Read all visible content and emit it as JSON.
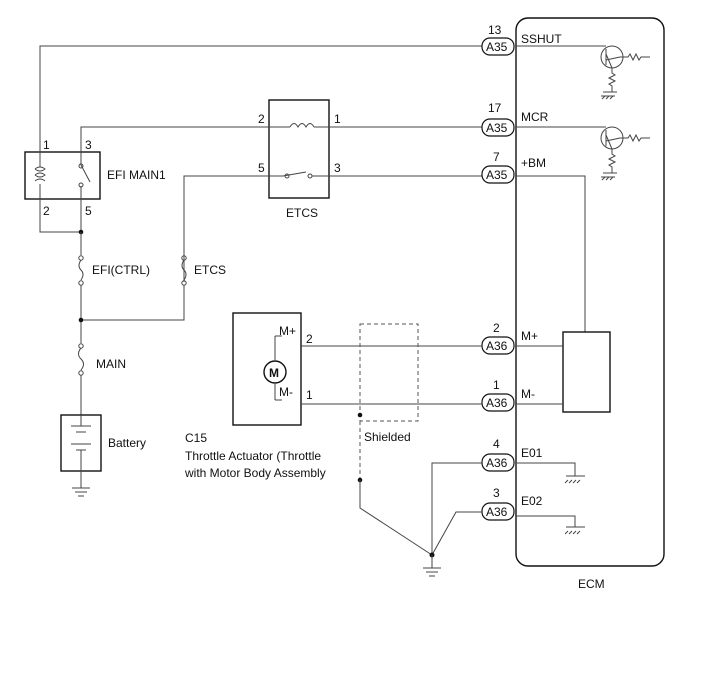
{
  "ecm": {
    "label": "ECM",
    "pins": [
      {
        "num": "13",
        "conn": "A35",
        "name": "SSHUT"
      },
      {
        "num": "17",
        "conn": "A35",
        "name": "MCR"
      },
      {
        "num": "7",
        "conn": "A35",
        "name": "+BM"
      },
      {
        "num": "2",
        "conn": "A36",
        "name": "M+"
      },
      {
        "num": "1",
        "conn": "A36",
        "name": "M-"
      },
      {
        "num": "4",
        "conn": "A36",
        "name": "E01"
      },
      {
        "num": "3",
        "conn": "A36",
        "name": "E02"
      }
    ]
  },
  "efi_main1": {
    "label": "EFI MAIN1",
    "pins": [
      "1",
      "3",
      "2",
      "5"
    ]
  },
  "etcs_relay": {
    "label": "ETCS",
    "pins": [
      "2",
      "1",
      "5",
      "3"
    ]
  },
  "fuses": {
    "efi_ctrl": "EFI(CTRL)",
    "etcs": "ETCS",
    "main": "MAIN"
  },
  "battery": {
    "label": "Battery"
  },
  "actuator": {
    "code": "C15",
    "name_line1": "Throttle Actuator (Throttle",
    "name_line2": "with Motor Body Assembly",
    "motor_symbol": "M",
    "pin_plus_label": "M+",
    "pin_plus_num": "2",
    "pin_minus_label": "M-",
    "pin_minus_num": "1"
  },
  "shield": {
    "label": "Shielded"
  }
}
